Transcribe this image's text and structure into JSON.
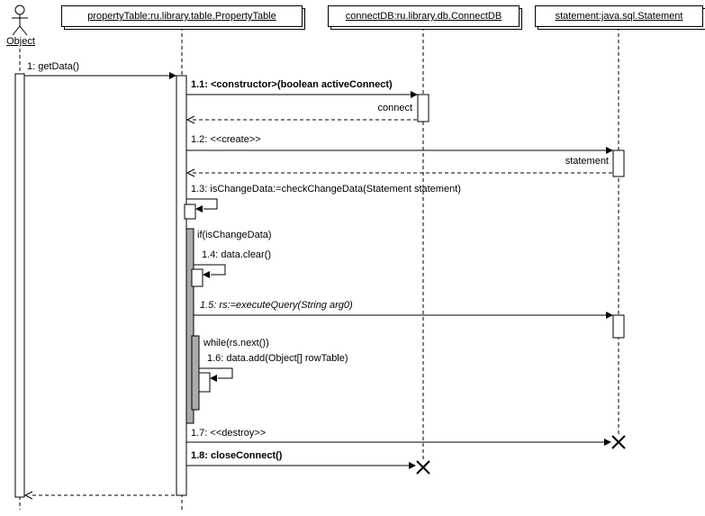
{
  "diagram": {
    "actor": {
      "label": "Object"
    },
    "lifelines": [
      {
        "label": "propertyTable:ru.library.table.PropertyTable"
      },
      {
        "label": "connectDB:ru.library.db.ConnectDB"
      },
      {
        "label": "statement:java.sql.Statement"
      }
    ],
    "messages": [
      {
        "label": "1: getData()"
      },
      {
        "label": "1.1: <constructor>(boolean activeConnect)",
        "emphasis": "bold"
      },
      {
        "label": "connect"
      },
      {
        "label": "1.2: <<create>>"
      },
      {
        "label": "statement"
      },
      {
        "label": "1.3: isChangeData:=checkChangeData(Statement statement)"
      },
      {
        "label": "if(isChangeData)"
      },
      {
        "label": "1.4: data.clear()"
      },
      {
        "label": "1.5: rs:=executeQuery(String arg0)",
        "emphasis": "italic"
      },
      {
        "label": "while(rs.next())"
      },
      {
        "label": "1.6: data.add(Object[] rowTable)"
      },
      {
        "label": "1.7: <<destroy>>"
      },
      {
        "label": "1.8: closeConnect()",
        "emphasis": "bold"
      }
    ]
  }
}
